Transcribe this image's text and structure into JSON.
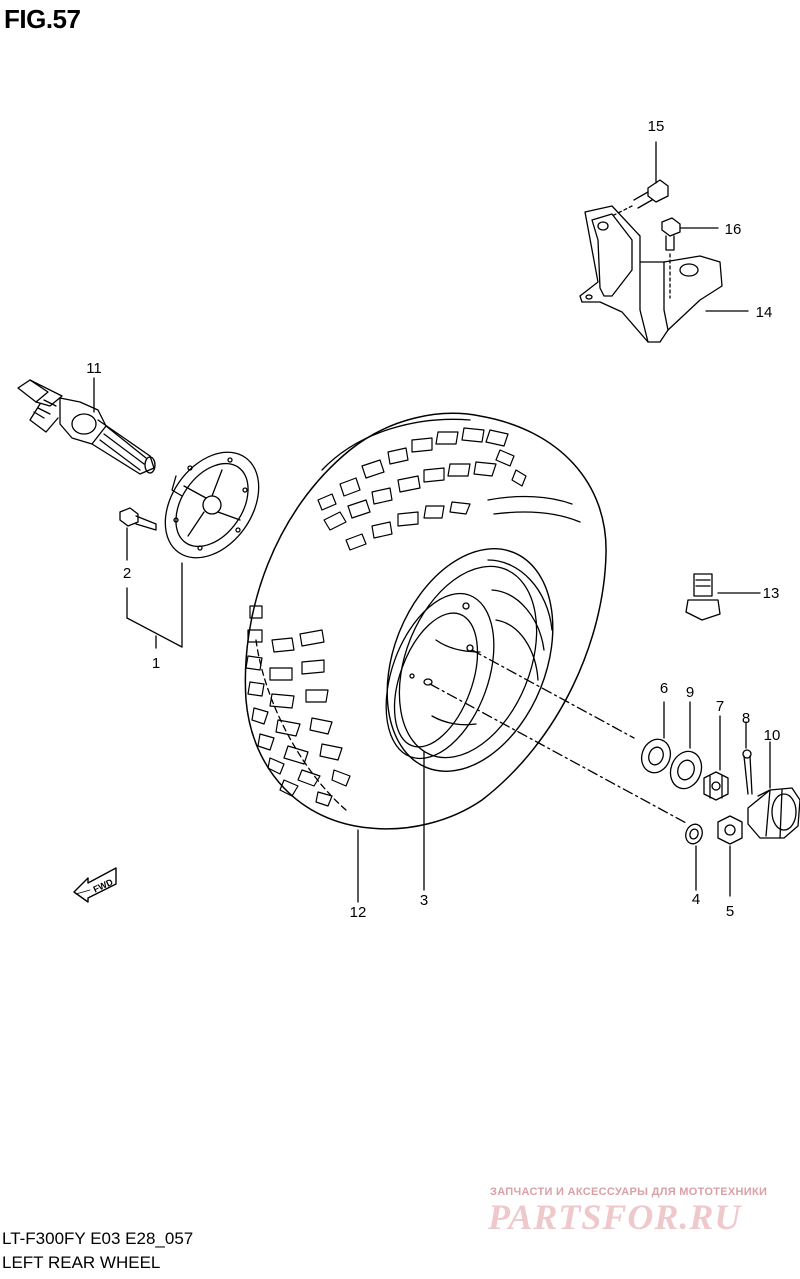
{
  "title": "FIG.57",
  "footer": {
    "model": "LT-F300FY E03 E28_057",
    "name": "LEFT REAR WHEEL"
  },
  "watermark": {
    "tagline": "ЗАПЧАСТИ И АКСЕССУАРЫ ДЛЯ МОТОТЕХНИКИ",
    "logo": "PARTSFOR.RU"
  },
  "fwd_label": "FWD",
  "callouts": {
    "c1": "1",
    "c2": "2",
    "c3": "3",
    "c4": "4",
    "c5": "5",
    "c6": "6",
    "c7": "7",
    "c8": "8",
    "c9": "9",
    "c10": "10",
    "c11": "11",
    "c12": "12",
    "c13": "13",
    "c14": "14",
    "c15": "15",
    "c16": "16"
  }
}
